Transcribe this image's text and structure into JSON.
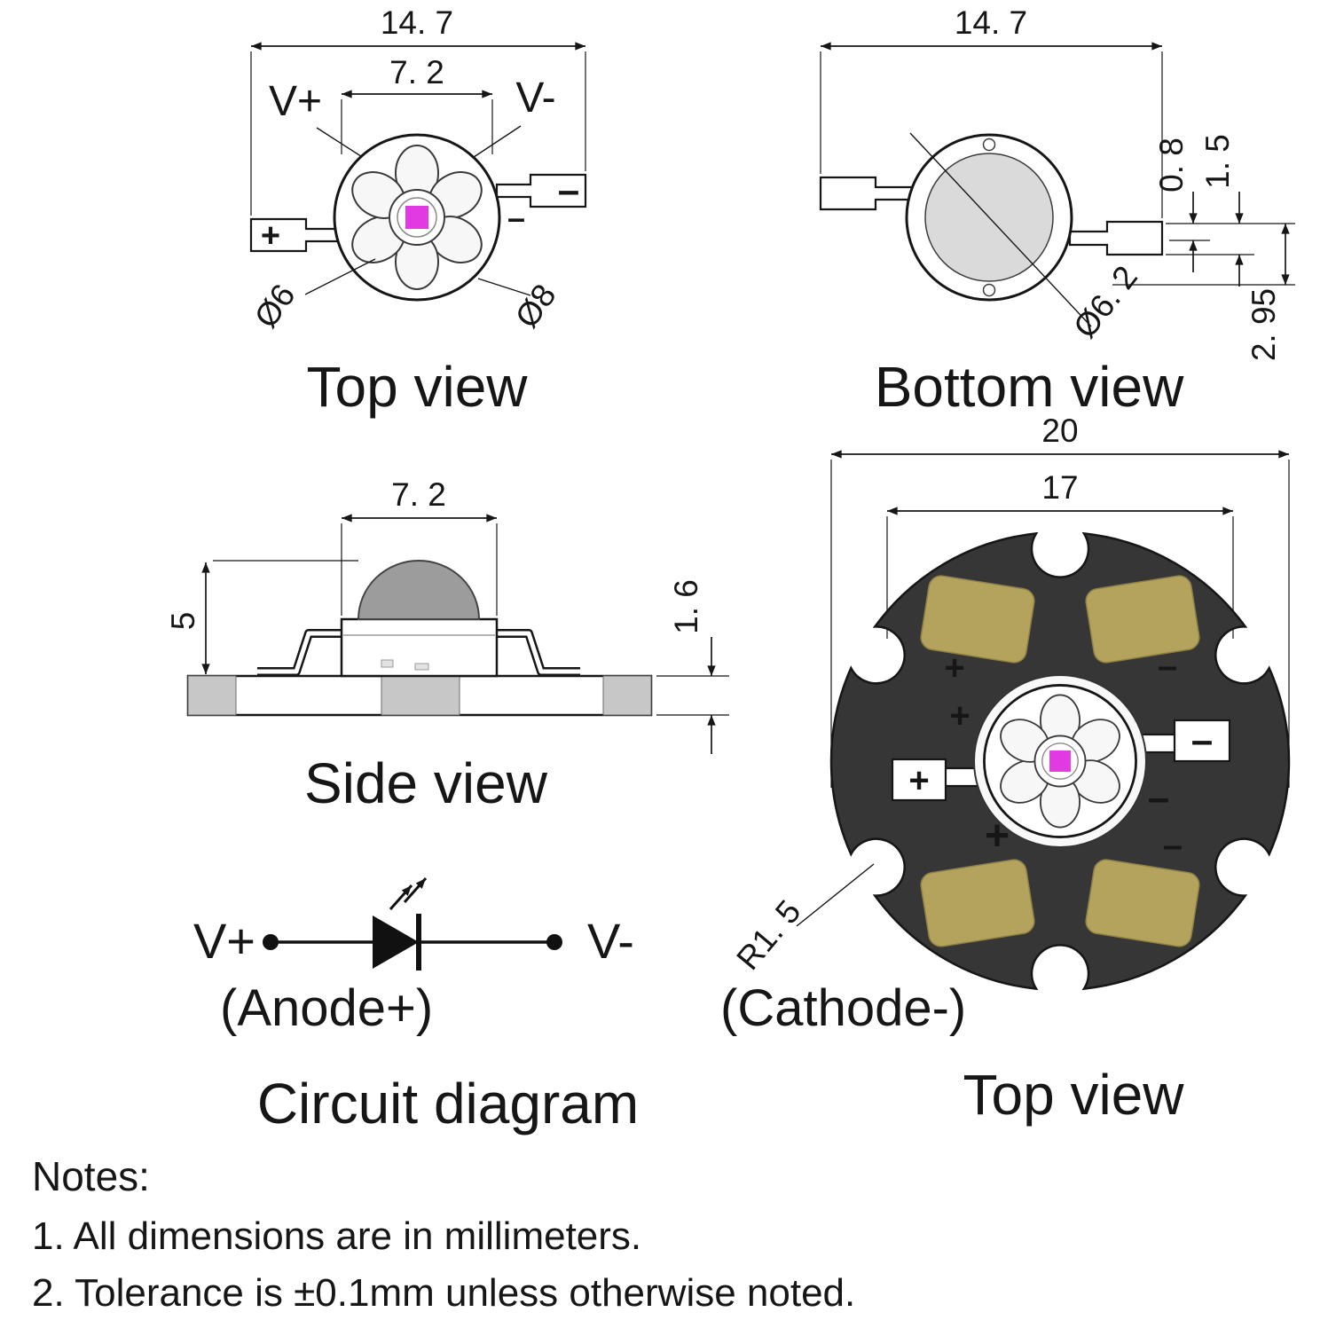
{
  "colors": {
    "chip": "#e23ae2",
    "pad": "#b3a35c",
    "board": "#363636",
    "silk": "#d9c14d",
    "note": "#a93a3a"
  },
  "top_view": {
    "caption": "Top view",
    "dim_overall": "14. 7",
    "dim_inner": "7. 2",
    "v_plus": "V+",
    "v_minus": "V-",
    "dia_inner": "Ø6",
    "dia_outer": "Ø8",
    "plus": "+",
    "minus": "–"
  },
  "bottom_view": {
    "caption": "Bottom view",
    "dim_overall": "14. 7",
    "dim_lead_thickness": "0. 8",
    "dim_lead_width": "1. 5",
    "dim_lead_offset": "2. 95",
    "dia_slug": "Ø6. 2"
  },
  "side_view": {
    "caption": "Side view",
    "dim_body_width": "7. 2",
    "dim_height": "5",
    "dim_base_thickness": "1. 6"
  },
  "star_view": {
    "caption": "Top view",
    "dim_overall": "20",
    "dim_flats": "17",
    "notch_radius": "R1. 5",
    "plus": "+",
    "minus": "–"
  },
  "circuit": {
    "caption": "Circuit diagram",
    "v_plus": "V+",
    "v_minus": "V-",
    "anode_label": "(Anode+)",
    "cathode_label": "(Cathode-)"
  },
  "notes": {
    "title": "Notes:",
    "line1": "1. All dimensions are in millimeters.",
    "line2": "2. Tolerance is ±0.1mm unless otherwise noted."
  }
}
